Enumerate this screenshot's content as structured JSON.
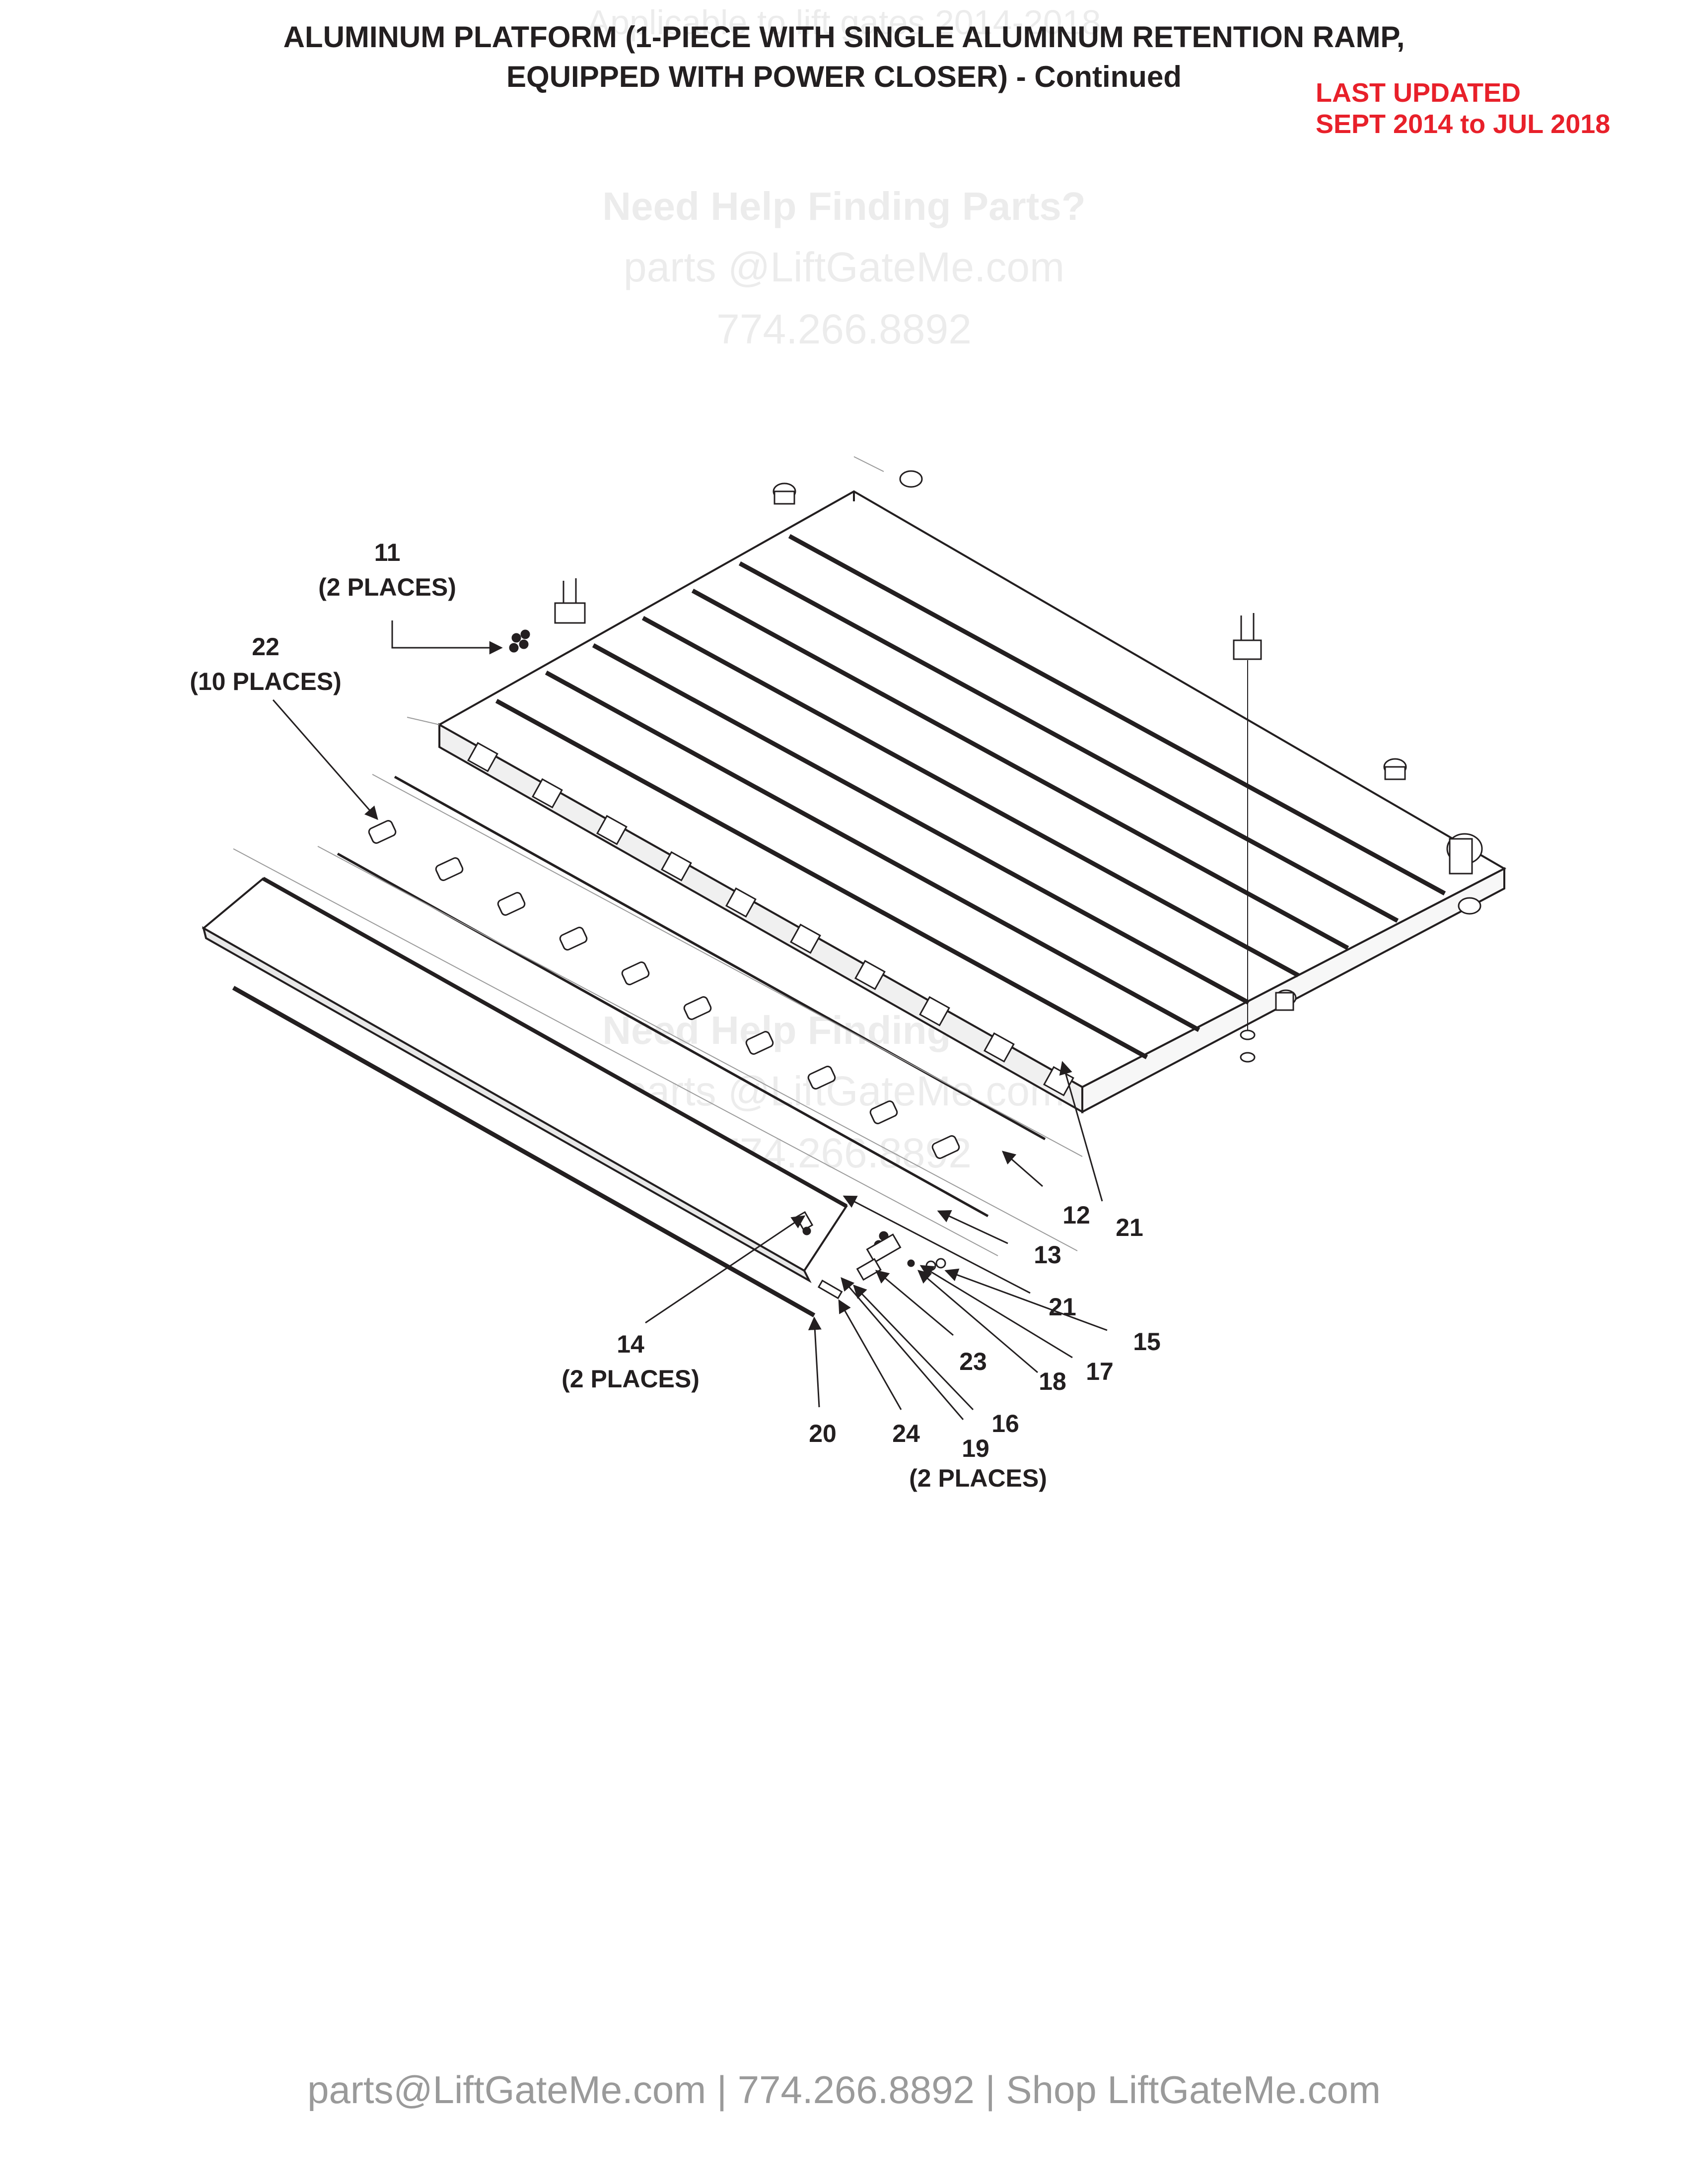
{
  "header": {
    "title_line1": "ALUMINUM PLATFORM (1-PIECE WITH SINGLE ALUMINUM RETENTION RAMP,",
    "title_line2": "EQUIPPED WITH POWER CLOSER) - Continued",
    "updated_line1": "LAST UPDATED",
    "updated_line2": "SEPT 2014 to JUL 2018"
  },
  "watermark": {
    "top_faint": "Applicable to lift gates 2014-2018",
    "heading": "Need Help Finding Parts?",
    "email": "parts @LiftGateMe.com",
    "phone": "774.266.8892"
  },
  "callouts": {
    "c11": "11",
    "c11_places": "(2 PLACES)",
    "c22": "22",
    "c22_places": "(10 PLACES)",
    "c12": "12",
    "c21a": "21",
    "c13": "13",
    "c21b": "21",
    "c15": "15",
    "c14": "14",
    "c14_places": "(2 PLACES)",
    "c23": "23",
    "c17": "17",
    "c18": "18",
    "c16": "16",
    "c20": "20",
    "c24": "24",
    "c19": "19",
    "c19_places": "(2 PLACES)"
  },
  "footer": {
    "text": "parts@LiftGateMe.com | 774.266.8892 | Shop LiftGateMe.com"
  }
}
